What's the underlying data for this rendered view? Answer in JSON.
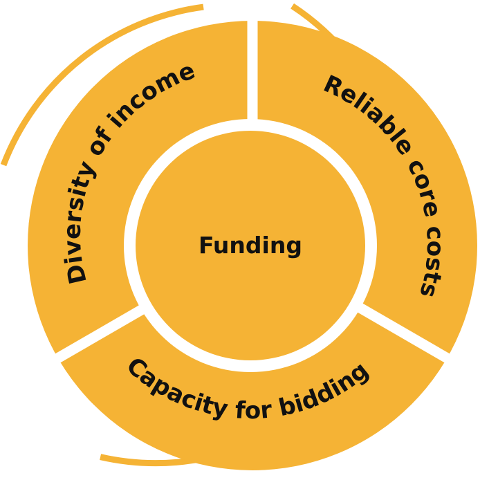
{
  "center": {
    "label": "Funding"
  },
  "segments": [
    {
      "label": "Diversity of income"
    },
    {
      "label": "Reliable core costs"
    },
    {
      "label": "Capacity for bidding"
    }
  ],
  "colors": {
    "fill": "#F5B335",
    "text": "#111111",
    "background": "#FFFFFF"
  }
}
